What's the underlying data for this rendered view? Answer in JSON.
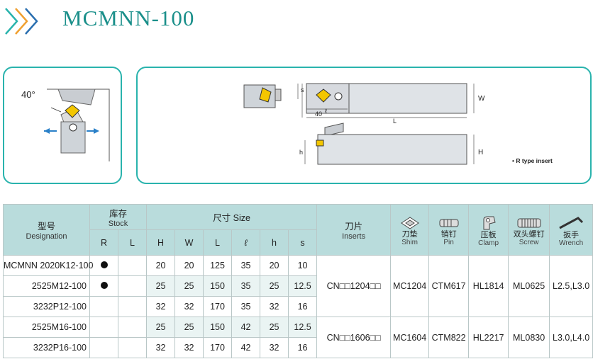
{
  "header": {
    "title": "MCMNN-100"
  },
  "diagram": {
    "angle_label": "40°",
    "dim_labels": {
      "s": "s",
      "w": "W",
      "l_small": "ℓ",
      "forty": "40",
      "L": "L",
      "h": "h",
      "H": "H"
    },
    "note": "• R type insert"
  },
  "table": {
    "h_designation": "型号",
    "h_designation_en": "Designation",
    "h_stock": "库存",
    "h_stock_en": "Stock",
    "h_size": "尺寸 Size",
    "h_inserts": "刀片",
    "h_inserts_en": "Inserts",
    "h_shim": "刀垫",
    "h_shim_en": "Shim",
    "h_pin": "销钉",
    "h_pin_en": "Pin",
    "h_clamp": "压板",
    "h_clamp_en": "Clamp",
    "h_screw": "双头螺钉",
    "h_screw_en": "Screw",
    "h_wrench": "扳手",
    "h_wrench_en": "Wrench",
    "sub": {
      "R": "R",
      "L": "L",
      "H": "H",
      "W": "W",
      "Lc": "L",
      "l": "ℓ",
      "h": "h",
      "s": "s"
    },
    "rows": [
      {
        "des": "MCMNN 2020K12-100",
        "H": "20",
        "W": "20",
        "L": "125",
        "l": "35",
        "h": "20",
        "s": "10"
      },
      {
        "des": "2525M12-100",
        "H": "25",
        "W": "25",
        "L": "150",
        "l": "35",
        "h": "25",
        "s": "12.5"
      },
      {
        "des": "3232P12-100",
        "H": "32",
        "W": "32",
        "L": "170",
        "l": "35",
        "h": "32",
        "s": "16"
      },
      {
        "des": "2525M16-100",
        "H": "25",
        "W": "25",
        "L": "150",
        "l": "42",
        "h": "25",
        "s": "12.5"
      },
      {
        "des": "3232P16-100",
        "H": "32",
        "W": "32",
        "L": "170",
        "l": "42",
        "h": "32",
        "s": "16"
      }
    ],
    "groups": [
      {
        "insert": "CN□□1204□□",
        "shim": "MC1204",
        "pin": "CTM617",
        "clamp": "HL1814",
        "screw": "ML0625",
        "wrench": "L2.5,L3.0"
      },
      {
        "insert": "CN□□1606□□",
        "shim": "MC1604",
        "pin": "CTM822",
        "clamp": "HL2217",
        "screw": "ML0830",
        "wrench": "L3.0,L4.0"
      }
    ]
  }
}
